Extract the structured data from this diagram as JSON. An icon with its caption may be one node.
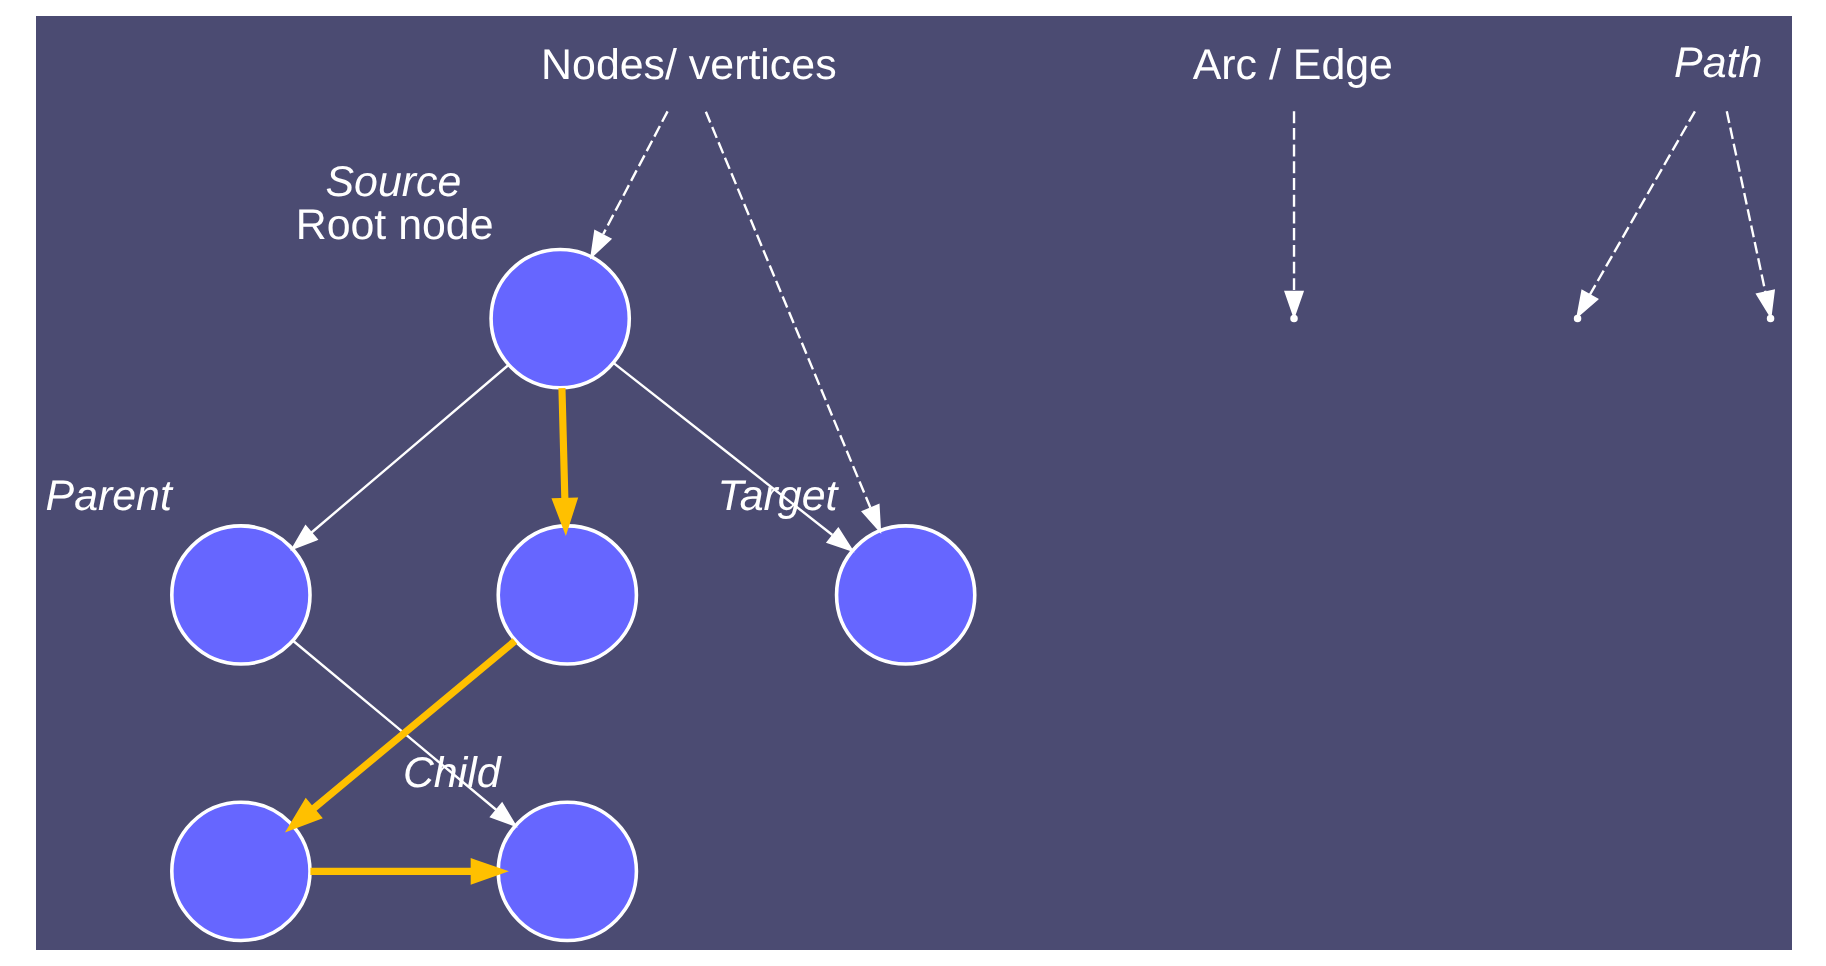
{
  "diagram": {
    "nodes": [
      {
        "text": [],
        "shape": "circle",
        "beside": [
          "Source",
          "Root node"
        ]
      },
      {
        "text": [],
        "shape": "circle",
        "beside": [
          "Parent"
        ]
      },
      {
        "text": [],
        "shape": "circle"
      },
      {
        "text": [],
        "shape": "circle",
        "beside": [
          "Target"
        ]
      },
      {
        "text": [],
        "shape": "circle",
        "beside": [
          "Child"
        ]
      },
      {
        "text": [],
        "shape": "circle"
      },
      {
        "text": [
          "Nodes/ vertices"
        ]
      },
      {
        "text": [
          "Arc / Edge"
        ]
      },
      {
        "text": [
          "Path"
        ]
      }
    ],
    "edges": [
      {
        "from": 0,
        "to": 1,
        "arrow": "to"
      },
      {
        "from": 0,
        "to": 2,
        "arrow": "to",
        "style": "thick",
        "color": "#ffc000"
      },
      {
        "from": 0,
        "to": 3,
        "arrow": "to"
      },
      {
        "from": 1,
        "to": 4,
        "arrow": "to"
      },
      {
        "from": 2,
        "to": 5,
        "arrow": "to",
        "style": "thick",
        "color": "#ffc000"
      },
      {
        "from": 5,
        "to": 4,
        "arrow": "to",
        "style": "thick",
        "color": "#ffc000"
      },
      {
        "from": 6,
        "to": 0,
        "arrow": "to",
        "style": "dashed"
      },
      {
        "from": 6,
        "to": 3,
        "arrow": "to",
        "style": "dashed"
      },
      {
        "from": 7,
        "to": null,
        "arrow": "to",
        "style": "dashed"
      },
      {
        "from": 8,
        "to": null,
        "arrow": "to",
        "style": "dashed"
      },
      {
        "from": 8,
        "to": null,
        "arrow": "to",
        "style": "dashed"
      }
    ]
  }
}
